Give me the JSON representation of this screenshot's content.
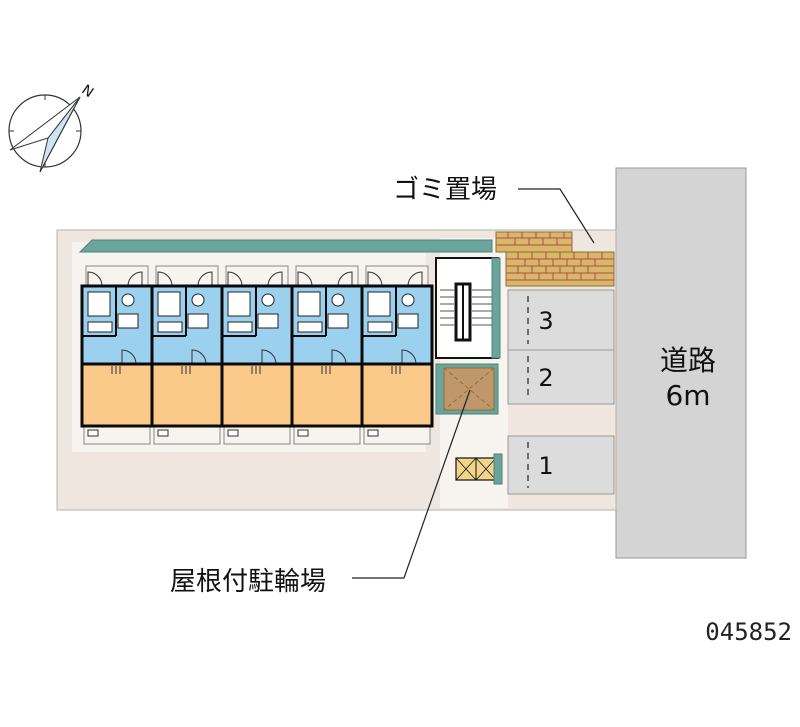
{
  "labels": {
    "garbage_area": "ゴミ置場",
    "road_name": "道路",
    "road_width": "6m",
    "bike_parking": "屋根付駐輪場",
    "compass_letter": "N",
    "property_code": "045852"
  },
  "parking_spaces": [
    "3",
    "2",
    "1"
  ],
  "unit_count": 5,
  "colors": {
    "road": "#d4d4d4",
    "site": "#efe7df",
    "unit_floor": "#fbc98a",
    "bath": "#9bd0ef",
    "wall": "#0a0a0a",
    "roof_strip": "#6aa49b",
    "brick": "#d8b867",
    "bike_roof": "#c0976a",
    "bike_outline": "#4f8f83"
  }
}
